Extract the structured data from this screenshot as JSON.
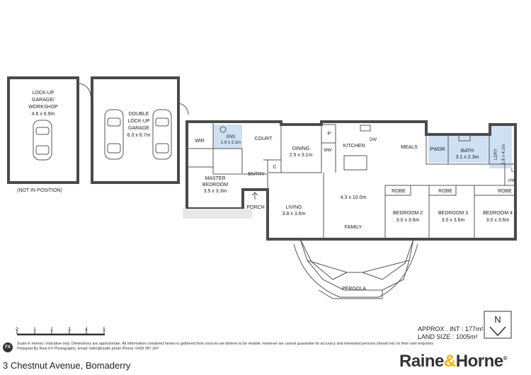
{
  "rooms": {
    "garage_workshop_name": "LOCK-UP GARAGE/ WORKSHOP",
    "garage_workshop_name_l1": "LOCK-UP",
    "garage_workshop_name_l2": "GARAGE/",
    "garage_workshop_name_l3": "WORKSHOP",
    "garage_workshop_size": "4.6 x 6.9m",
    "garage_workshop_note": "(NOT IN POSITION)",
    "double_garage_l1": "DOUBLE",
    "double_garage_l2": "LOCK-UP",
    "double_garage_l3": "GARAGE",
    "double_garage_size": "6.3 x 6.7m",
    "wir": "WIR",
    "ens": "ENS",
    "ens_size": "1.9 x 2.1m",
    "court": "COURT",
    "dining": "DINING",
    "dining_size": "2.5 x 3.1m",
    "p": "P",
    "mw": "MW",
    "kitchen": "KITCHEN",
    "dw": "DW",
    "meals": "MEALS",
    "pwdr": "PWDR",
    "bath": "BATH",
    "bath_size": "3.1 x 2.3m",
    "ldry": "LDRY",
    "ldry_size": "1.8 x 4.1m",
    "l": "L",
    "hw": "HW",
    "c": "C",
    "entry": "ENTRY",
    "master_l1": "MASTER",
    "master_l2": "BEDROOM",
    "master_size": "3.5 x 3.3m",
    "porch": "PORCH",
    "living": "LIVING",
    "living_size": "3.8 x 3.6m",
    "family_size": "4.3 x 10.0m",
    "family": "FAMILY",
    "robe": "ROBE",
    "bed2": "BEDROOM 2",
    "bed2_size": "3.0 x 3.6m",
    "bed3": "BEDROOM 3",
    "bed3_size": "3.0 x 3.6m",
    "bed4": "BEDROOM 4",
    "bed4_size": "3.0 x 3.6m",
    "pergola": "PERGOLA"
  },
  "scale_ticks": [
    "0",
    "1",
    "2",
    "3",
    "4",
    "5"
  ],
  "compass": "N",
  "area": {
    "internal": "APPROX . INT : 177m²",
    "land": "LAND SIZE : 1005m²"
  },
  "disclaimer": {
    "line1": "Scale in metres. Indicative only. Dimensions are approximate. All information contained herein is gathered from sources we believe to be reliable. However we cannot guarantee its accuracy and interested persons should rely on their own enquiries",
    "line2": "Prepared By Real FX Photography. Email: hello@realfx.photo   Phone: 0438 387 347"
  },
  "fx_logo": "FX",
  "address": "3 Chestnut Avenue, Bomaderry",
  "brand": {
    "part1": "Raine",
    "amp": "&",
    "part2": "Horne",
    "tm": "®"
  },
  "colors": {
    "wall": "#4a4a4a",
    "wet_area": "#cfe0f2",
    "brand_amp": "#f0b400"
  }
}
